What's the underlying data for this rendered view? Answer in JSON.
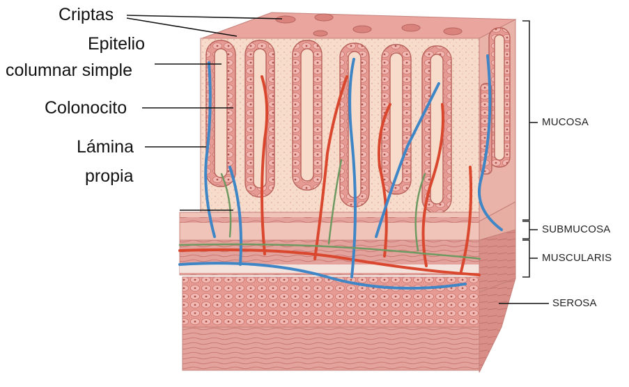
{
  "left_labels": {
    "criptas": "Criptas",
    "epitelio_line1": "Epitelio",
    "epitelio_line2": "columnar simple",
    "colonocito": "Colonocito",
    "lamina_line1": "Lámina",
    "lamina_line2": "propia"
  },
  "right_labels": {
    "mucosa": "MUCOSA",
    "submucosa": "SUBMUCOSA",
    "muscularis": "MUSCULARIS",
    "serosa": "SEROSA"
  },
  "colors": {
    "mucosa_pink": "#e8a7a0",
    "epithelium": "#efb8b2",
    "lamina_propia": "#f6d9c6",
    "muscle_dark": "#d98f89",
    "artery": "#d9472e",
    "vein": "#3f86c6",
    "lymph": "#6e9a62"
  }
}
